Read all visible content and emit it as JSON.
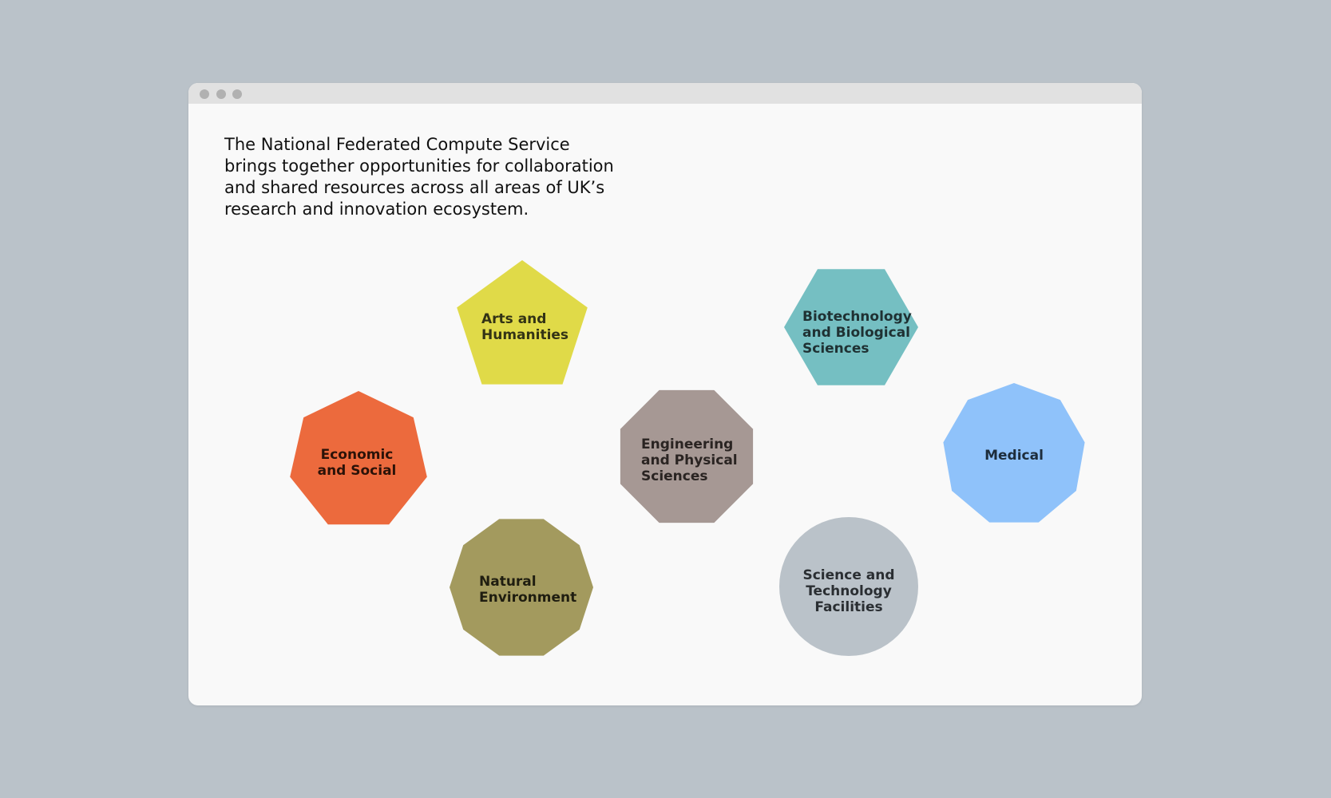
{
  "window": {
    "controls": [
      "window-dot",
      "window-dot",
      "window-dot"
    ]
  },
  "intro": {
    "lines": [
      "The National Federated Compute Service",
      "brings together opportunities for collaboration",
      "and shared resources across all areas of UK’s",
      "research and innovation ecosystem."
    ]
  },
  "councils": [
    {
      "id": "arts-and-humanities",
      "lines": [
        "Arts and",
        "Humanities"
      ],
      "shape": "pentagon",
      "color": "#e0da48",
      "text_color": "#333315"
    },
    {
      "id": "biotechnology-and-biological-sciences",
      "lines": [
        "Biotechnology",
        "and Biological",
        "Sciences"
      ],
      "shape": "hexagon",
      "color": "#75bfc2",
      "text_color": "#1f3133"
    },
    {
      "id": "economic-and-social",
      "lines": [
        "Economic",
        "and Social"
      ],
      "shape": "heptagon",
      "color": "#ec6a3d",
      "text_color": "#2b1208"
    },
    {
      "id": "engineering-and-physical-sciences",
      "lines": [
        "Engineering",
        "and Physical",
        "Sciences"
      ],
      "shape": "octagon",
      "color": "#a69894",
      "text_color": "#2a2422"
    },
    {
      "id": "medical",
      "lines": [
        "Medical"
      ],
      "shape": "nonagon",
      "color": "#8fc2fa",
      "text_color": "#1d2d3c"
    },
    {
      "id": "natural-environment",
      "lines": [
        "Natural",
        "Environment"
      ],
      "shape": "decagon",
      "color": "#a39a5e",
      "text_color": "#1f1d10"
    },
    {
      "id": "science-and-technology-facilities",
      "lines": [
        "Science and",
        "Technology",
        "Facilities"
      ],
      "shape": "circle",
      "color": "#bac2c9",
      "text_color": "#2a2e32"
    }
  ]
}
